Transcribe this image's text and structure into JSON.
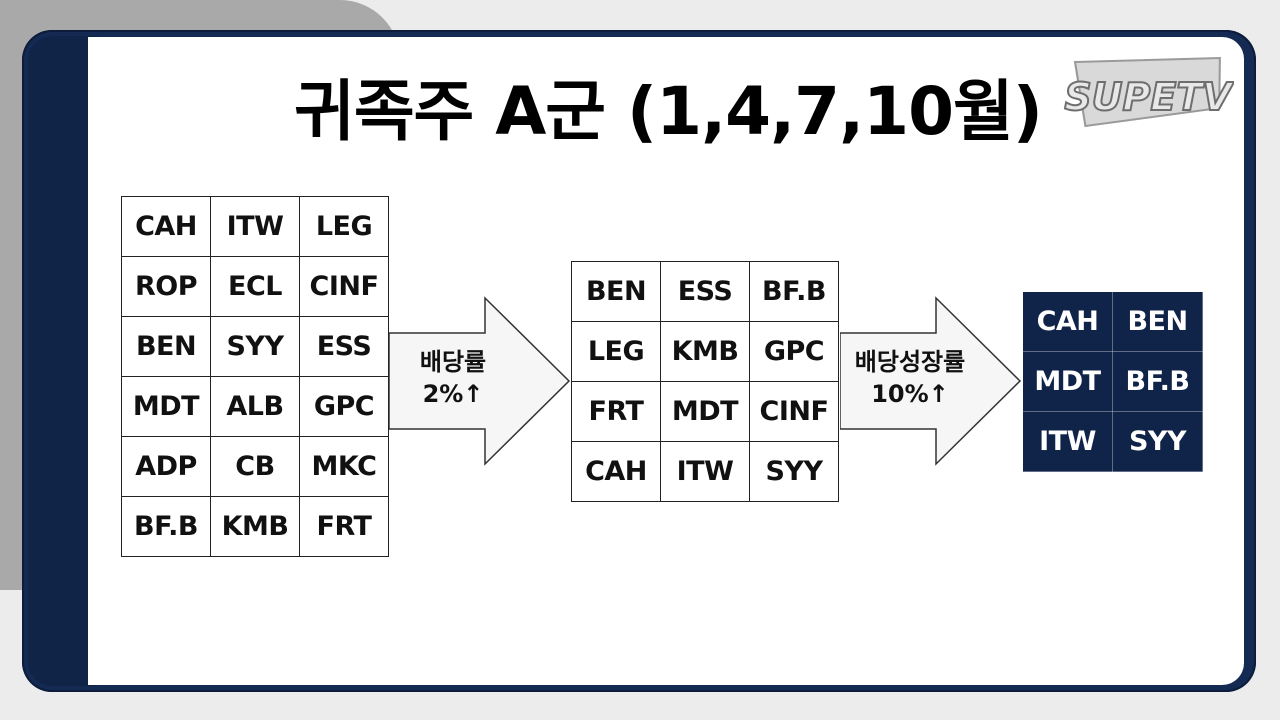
{
  "title": "귀족주 A군 (1,4,7,10월)",
  "logo_text": "SUPETV",
  "grid1": {
    "rows": [
      [
        "CAH",
        "ITW",
        "LEG"
      ],
      [
        "ROP",
        "ECL",
        "CINF"
      ],
      [
        "BEN",
        "SYY",
        "ESS"
      ],
      [
        "MDT",
        "ALB",
        "GPC"
      ],
      [
        "ADP",
        "CB",
        "MKC"
      ],
      [
        "BF.B",
        "KMB",
        "FRT"
      ]
    ]
  },
  "arrow1": {
    "line1": "배당률",
    "line2": "2%↑"
  },
  "grid2": {
    "rows": [
      [
        "BEN",
        "ESS",
        "BF.B"
      ],
      [
        "LEG",
        "KMB",
        "GPC"
      ],
      [
        "FRT",
        "MDT",
        "CINF"
      ],
      [
        "CAH",
        "ITW",
        "SYY"
      ]
    ]
  },
  "arrow2": {
    "line1": "배당성장률",
    "line2": "10%↑"
  },
  "grid3": {
    "rows": [
      [
        "CAH",
        "BEN"
      ],
      [
        "MDT",
        "BF.B"
      ],
      [
        "ITW",
        "SYY"
      ]
    ]
  },
  "colors": {
    "frame": "#142a52",
    "final_grid_bg": "#102449"
  }
}
